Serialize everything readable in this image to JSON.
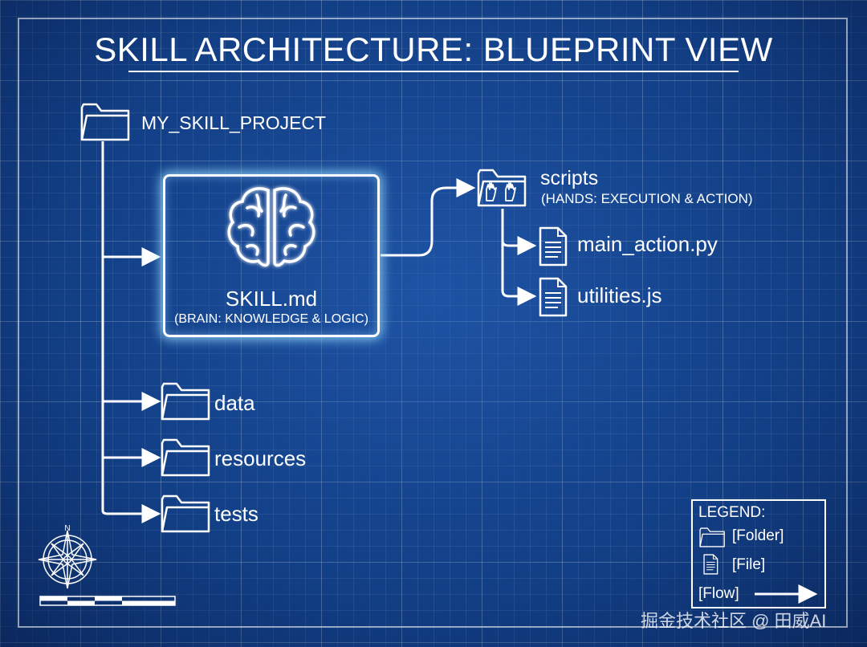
{
  "title": "SKILL ARCHITECTURE: BLUEPRINT VIEW",
  "root": {
    "label": "MY_SKILL_PROJECT",
    "icon": "folder-icon"
  },
  "brain": {
    "title": "SKILL.md",
    "subtitle": "(BRAIN: KNOWLEDGE & LOGIC)",
    "icon": "brain-icon"
  },
  "scripts": {
    "label": "scripts",
    "subtitle": "(HANDS: EXECUTION & ACTION)",
    "icon": "hands-folder-icon",
    "files": [
      {
        "label": "main_action.py",
        "icon": "file-icon"
      },
      {
        "label": "utilities.js",
        "icon": "file-icon"
      }
    ]
  },
  "folders": [
    {
      "label": "data",
      "icon": "folder-icon"
    },
    {
      "label": "resources",
      "icon": "folder-icon"
    },
    {
      "label": "tests",
      "icon": "folder-icon"
    }
  ],
  "legend": {
    "title": "LEGEND:",
    "folder": "[Folder]",
    "file": "[File]",
    "flow": "[Flow]"
  },
  "compass": {
    "north": "N",
    "icon": "compass-rose-icon"
  },
  "watermark": "掘金技术社区 @ 田威AI",
  "colors": {
    "background": "#123f86",
    "line": "#ffffff",
    "glow": "#96dcff"
  }
}
